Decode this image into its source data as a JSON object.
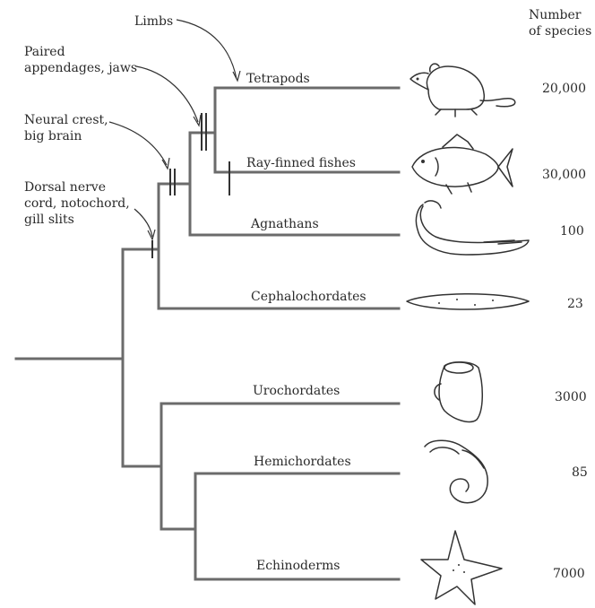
{
  "header": {
    "line1": "Number",
    "line2": "of species"
  },
  "taxa": [
    {
      "name": "Tetrapods",
      "species": "20,000",
      "icon": "rat-icon"
    },
    {
      "name": "Ray-finned fishes",
      "species": "30,000",
      "icon": "fish-icon"
    },
    {
      "name": "Agnathans",
      "species": "100",
      "icon": "lamprey-icon"
    },
    {
      "name": "Cephalochordates",
      "species": "23",
      "icon": "lancelet-icon"
    },
    {
      "name": "Urochordates",
      "species": "3000",
      "icon": "sea-squirt-icon"
    },
    {
      "name": "Hemichordates",
      "species": "85",
      "icon": "acorn-worm-icon"
    },
    {
      "name": "Echinoderms",
      "species": "7000",
      "icon": "starfish-icon"
    }
  ],
  "characters": {
    "limbs": [
      "Limbs"
    ],
    "jaws": [
      "Paired",
      "appendages, jaws"
    ],
    "crest": [
      "Neural crest,",
      "big brain"
    ],
    "dorsal": [
      "Dorsal nerve",
      "cord, notochord,",
      "gill slits"
    ]
  }
}
